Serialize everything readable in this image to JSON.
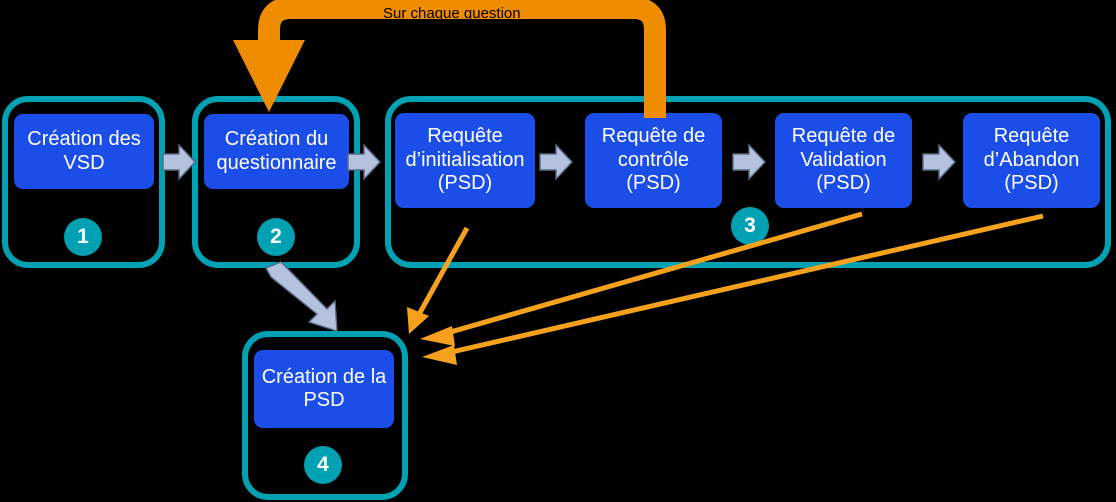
{
  "diagram": {
    "title_label": "Sur chaque question",
    "colors": {
      "background": "#000000",
      "process_box": "#1B4EE8",
      "group_border": "#00A1B2",
      "badge": "#00A1B2",
      "loop_arrow": "#F08C00",
      "feedback_arrow": "#F5A11E",
      "flow_arrow": "#B4C2DE",
      "flow_arrow_outline": "#5A6A86",
      "text_on_box": "#FFFFFF",
      "label_text": "#000000"
    },
    "groups": [
      {
        "id": "group-1",
        "badge": "1"
      },
      {
        "id": "group-2",
        "badge": "2"
      },
      {
        "id": "group-3",
        "badge": "3"
      },
      {
        "id": "group-4",
        "badge": "4"
      }
    ],
    "boxes": [
      {
        "id": "creation-vsd",
        "lines": [
          "Création des",
          "VSD"
        ]
      },
      {
        "id": "creation-questionnaire",
        "lines": [
          "Création du",
          "questionnaire"
        ]
      },
      {
        "id": "requete-initialisation",
        "lines": [
          "Requête",
          "d’initialisation",
          "(PSD)"
        ]
      },
      {
        "id": "requete-controle",
        "lines": [
          "Requête de",
          "contrôle",
          "(PSD)"
        ]
      },
      {
        "id": "requete-validation",
        "lines": [
          "Requête de",
          "Validation",
          "(PSD)"
        ]
      },
      {
        "id": "requete-abandon",
        "lines": [
          "Requête",
          "d’Abandon",
          "(PSD)"
        ]
      },
      {
        "id": "creation-psd",
        "lines": [
          "Création de la",
          "PSD"
        ]
      }
    ],
    "box_text": {
      "creation_vsd_l1": "Création des",
      "creation_vsd_l2": "VSD",
      "creation_questionnaire_l1": "Création du",
      "creation_questionnaire_l2": "questionnaire",
      "requete_initialisation_l1": "Requête",
      "requete_initialisation_l2": "d’initialisation",
      "requete_initialisation_l3": "(PSD)",
      "requete_controle_l1": "Requête de",
      "requete_controle_l2": "contrôle",
      "requete_controle_l3": "(PSD)",
      "requete_validation_l1": "Requête de",
      "requete_validation_l2": "Validation",
      "requete_validation_l3": "(PSD)",
      "requete_abandon_l1": "Requête",
      "requete_abandon_l2": "d’Abandon",
      "requete_abandon_l3": "(PSD)",
      "creation_psd_l1": "Création de la",
      "creation_psd_l2": "PSD"
    },
    "badges": {
      "one": "1",
      "two": "2",
      "three": "3",
      "four": "4"
    },
    "connectors": {
      "flow_1_to_2": "grey-right-arrow",
      "flow_2_to_3": "grey-right-arrow",
      "flow_init_to_controle": "grey-right-arrow",
      "flow_controle_to_validation": "grey-right-arrow",
      "flow_validation_to_abandon": "grey-right-arrow",
      "flow_2_to_4": "grey-diagonal-arrow",
      "loop_controle_to_questionnaire": "orange-loop-arrow",
      "feedback_init_to_psd": "orange-diagonal-arrow",
      "feedback_validation_to_psd": "orange-long-arrow",
      "feedback_abandon_to_psd": "orange-long-arrow"
    }
  }
}
